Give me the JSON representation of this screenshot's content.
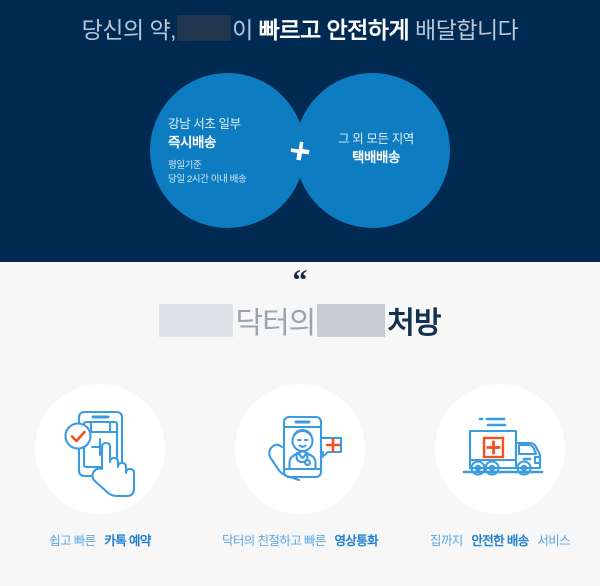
{
  "hero": {
    "headline": {
      "part1": "당신의 약,",
      "redacted": "",
      "part2": "이",
      "bold": "빠르고 안전하게",
      "part3": "배달합니다"
    },
    "venn": {
      "left": {
        "region": "강남 서초 일부",
        "service": "즉시배송",
        "note_line1": "평일기준",
        "note_line2": "당일 2시간 이내 배송"
      },
      "center_icon": "plus-cross-icon",
      "right": {
        "region": "그 외 모든 지역",
        "service": "택배배송"
      }
    },
    "colors": {
      "background": "#002A52",
      "circle": "#0E7CC0",
      "redaction": "#21374F"
    }
  },
  "quote": {
    "mark": "“",
    "heading": {
      "redacted_1": "",
      "middle": "닥터의",
      "redacted_2": "",
      "bold": "처방"
    },
    "colors": {
      "background": "#F7F7F7",
      "mark": "#122C47",
      "light_text": "#9AA4B0",
      "bold_text": "#13314E",
      "redaction_1": "#DFE3E8",
      "redaction_2": "#C6CCD4"
    }
  },
  "features": [
    {
      "icon": "phone-calendar-check-tap-icon",
      "caption_light": "쉽고 빠른",
      "caption_bold": "카톡 예약"
    },
    {
      "icon": "phone-doctor-videocall-icon",
      "caption_light_pre": "닥터의 친절하고 빠른",
      "caption_bold": "영상통화"
    },
    {
      "icon": "delivery-truck-medical-icon",
      "caption_light_pre": "집까지",
      "caption_bold": "안전한 배송",
      "caption_light_post": "서비스"
    }
  ],
  "feature_colors": {
    "icon_blue": "#3A9BE3",
    "icon_accent_red": "#F4511E",
    "badge_background": "#FFFFFF",
    "caption_light": "#5AA7E3",
    "caption_bold": "#1F7FD0"
  }
}
